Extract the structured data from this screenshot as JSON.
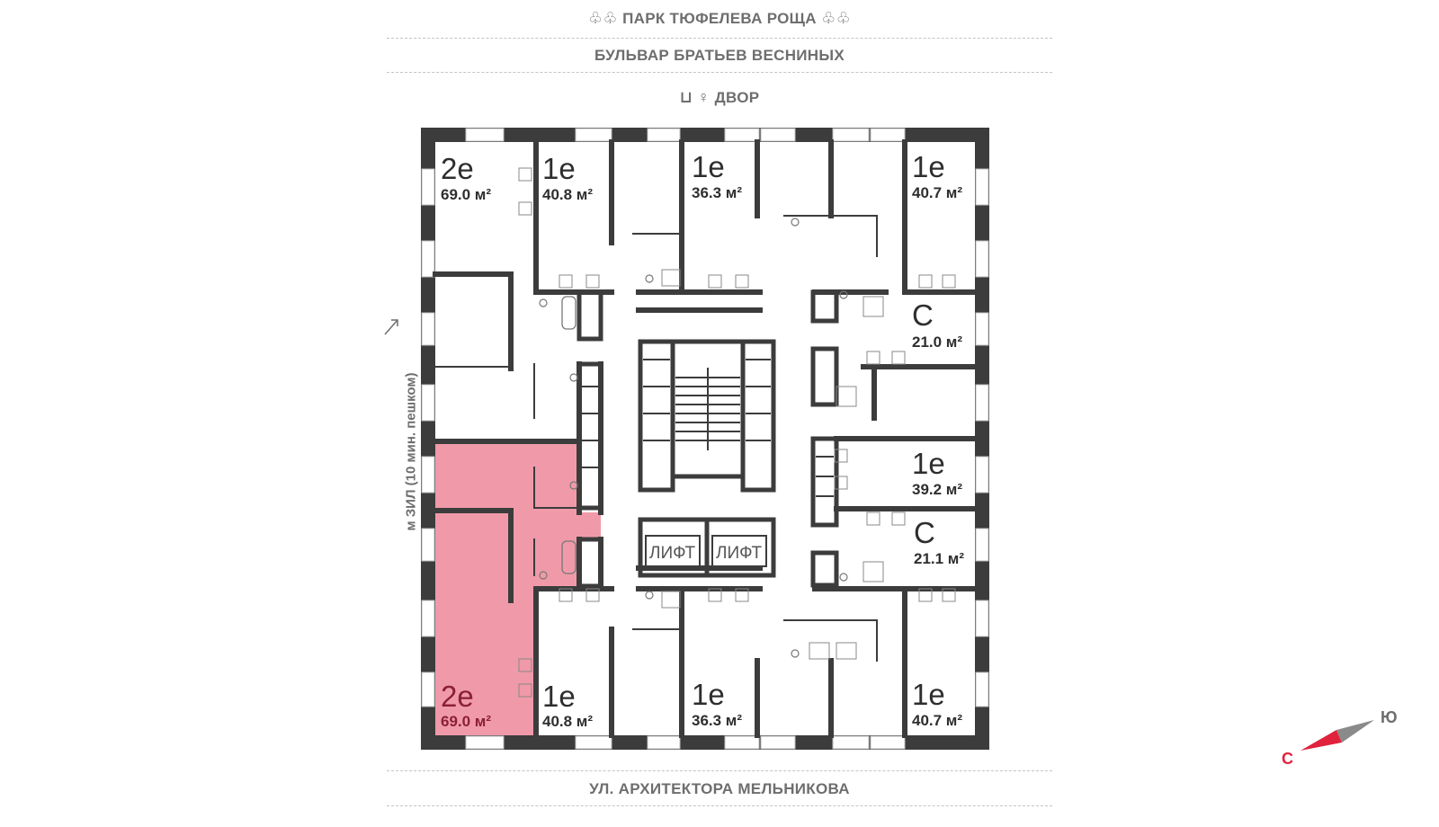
{
  "streets": {
    "park": "ПАРК ТЮФЕЛЕВА РОЩА",
    "boulevard": "БУЛЬВАР БРАТЬЕВ ВЕСНИНЫХ",
    "yard": "ДВОР",
    "bottom": "УЛ. АРХИТЕКТОРА МЕЛЬНИКОВА",
    "walk": "м ЗИЛ (10 мин. пешком)"
  },
  "apartments": [
    {
      "type": "2е",
      "area": "69.0 м²"
    },
    {
      "type": "1е",
      "area": "40.8 м²"
    },
    {
      "type": "1е",
      "area": "36.3 м²"
    },
    {
      "type": "1е",
      "area": "40.7 м²"
    },
    {
      "type": "С",
      "area": "21.0 м²"
    },
    {
      "type": "1е",
      "area": "39.2 м²"
    },
    {
      "type": "С",
      "area": "21.1 м²"
    },
    {
      "type": "2е",
      "area": "69.0 м²",
      "selected": true
    },
    {
      "type": "1е",
      "area": "40.8 м²"
    },
    {
      "type": "1е",
      "area": "36.3 м²"
    },
    {
      "type": "1е",
      "area": "40.7 м²"
    }
  ],
  "lifts": [
    "ЛИФТ",
    "ЛИФТ"
  ],
  "compass": {
    "north": "С",
    "south": "Ю",
    "north_color": "#e0223d",
    "south_color": "#8a8a8a"
  },
  "colors": {
    "selected_fill": "#f09aa9",
    "wall": "#3c3c3c"
  },
  "icons": [
    "tree-icon",
    "playground-icon",
    "bathtub-icon",
    "toilet-icon",
    "stove-icon",
    "sink-icon",
    "arrow-icon"
  ]
}
